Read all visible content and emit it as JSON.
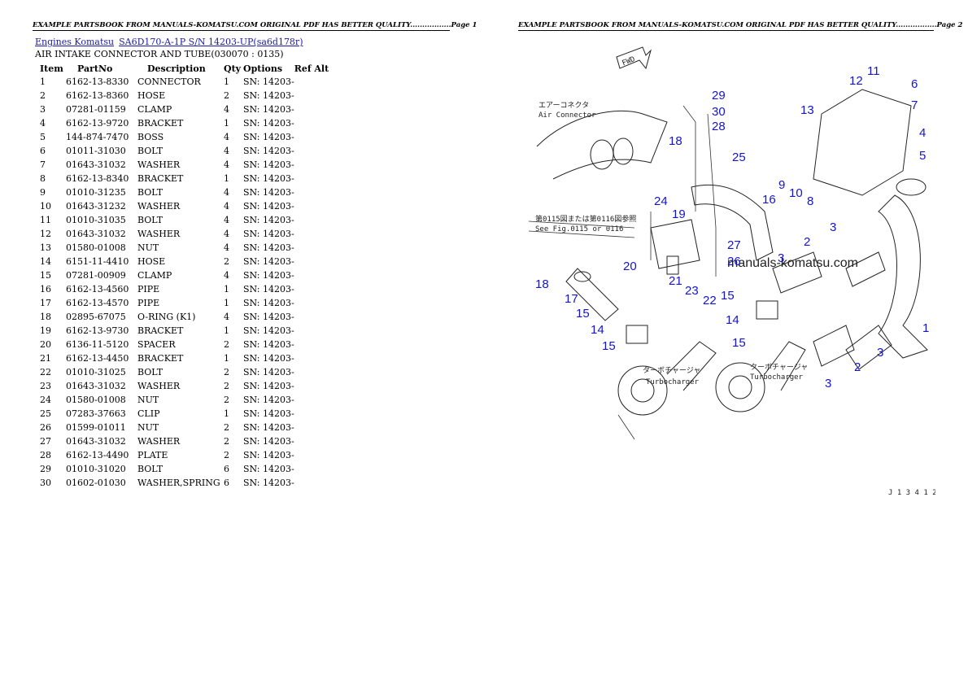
{
  "header_left": "EXAMPLE PARTSBOOK FROM MANUALS-KOMATSU.COM ORIGINAL PDF HAS BETTER QUALITY.................Page 1",
  "header_right": "EXAMPLE PARTSBOOK FROM MANUALS-KOMATSU.COM ORIGINAL PDF HAS BETTER QUALITY.................Page 2",
  "breadcrumb": {
    "link1": "Engines Komatsu",
    "link2": "SA6D170-A-1P S/N 14203-UP(sa6d178r)"
  },
  "section_title": "AIR INTAKE CONNECTOR AND TUBE(030070 : 0135)",
  "table": {
    "headers": [
      "Item",
      "PartNo",
      "Description",
      "Qty",
      "Options",
      "Ref Alt"
    ],
    "rows": [
      [
        "1",
        "6162-13-8330",
        "CONNECTOR",
        "1",
        "SN: 14203-",
        ""
      ],
      [
        "2",
        "6162-13-8360",
        "HOSE",
        "2",
        "SN: 14203-",
        ""
      ],
      [
        "3",
        "07281-01159",
        "CLAMP",
        "4",
        "SN: 14203-",
        ""
      ],
      [
        "4",
        "6162-13-9720",
        "BRACKET",
        "1",
        "SN: 14203-",
        ""
      ],
      [
        "5",
        "144-874-7470",
        "BOSS",
        "4",
        "SN: 14203-",
        ""
      ],
      [
        "6",
        "01011-31030",
        "BOLT",
        "4",
        "SN: 14203-",
        ""
      ],
      [
        "7",
        "01643-31032",
        "WASHER",
        "4",
        "SN: 14203-",
        ""
      ],
      [
        "8",
        "6162-13-8340",
        "BRACKET",
        "1",
        "SN: 14203-",
        ""
      ],
      [
        "9",
        "01010-31235",
        "BOLT",
        "4",
        "SN: 14203-",
        ""
      ],
      [
        "10",
        "01643-31232",
        "WASHER",
        "4",
        "SN: 14203-",
        ""
      ],
      [
        "11",
        "01010-31035",
        "BOLT",
        "4",
        "SN: 14203-",
        ""
      ],
      [
        "12",
        "01643-31032",
        "WASHER",
        "4",
        "SN: 14203-",
        ""
      ],
      [
        "13",
        "01580-01008",
        "NUT",
        "4",
        "SN: 14203-",
        ""
      ],
      [
        "14",
        "6151-11-4410",
        "HOSE",
        "2",
        "SN: 14203-",
        ""
      ],
      [
        "15",
        "07281-00909",
        "CLAMP",
        "4",
        "SN: 14203-",
        ""
      ],
      [
        "16",
        "6162-13-4560",
        "PIPE",
        "1",
        "SN: 14203-",
        ""
      ],
      [
        "17",
        "6162-13-4570",
        "PIPE",
        "1",
        "SN: 14203-",
        ""
      ],
      [
        "18",
        "02895-67075",
        "O-RING (K1)",
        "4",
        "SN: 14203-",
        ""
      ],
      [
        "19",
        "6162-13-9730",
        "BRACKET",
        "1",
        "SN: 14203-",
        ""
      ],
      [
        "20",
        "6136-11-5120",
        "SPACER",
        "2",
        "SN: 14203-",
        ""
      ],
      [
        "21",
        "6162-13-4450",
        "BRACKET",
        "1",
        "SN: 14203-",
        ""
      ],
      [
        "22",
        "01010-31025",
        "BOLT",
        "2",
        "SN: 14203-",
        ""
      ],
      [
        "23",
        "01643-31032",
        "WASHER",
        "2",
        "SN: 14203-",
        ""
      ],
      [
        "24",
        "01580-01008",
        "NUT",
        "2",
        "SN: 14203-",
        ""
      ],
      [
        "25",
        "07283-37663",
        "CLIP",
        "1",
        "SN: 14203-",
        ""
      ],
      [
        "26",
        "01599-01011",
        "NUT",
        "2",
        "SN: 14203-",
        ""
      ],
      [
        "27",
        "01643-31032",
        "WASHER",
        "2",
        "SN: 14203-",
        ""
      ],
      [
        "28",
        "6162-13-4490",
        "PLATE",
        "2",
        "SN: 14203-",
        ""
      ],
      [
        "29",
        "01010-31020",
        "BOLT",
        "6",
        "SN: 14203-",
        ""
      ],
      [
        "30",
        "01602-01030",
        "WASHER,SPRING",
        "6",
        "SN: 14203-",
        ""
      ]
    ]
  },
  "diagram": {
    "fwd": "FWD",
    "air_connector_jp": "エアーコネクタ",
    "air_connector": "Air Connector",
    "see_note_jp": "第0115図または第0116図参照",
    "see_note": "See Fig.0115 or 0116",
    "turbo_jp": "ターボチャージャ",
    "turbo": "Turbocharger",
    "watermark": "manuals-komatsu.com",
    "code": "J 1 3 4 1 2"
  }
}
